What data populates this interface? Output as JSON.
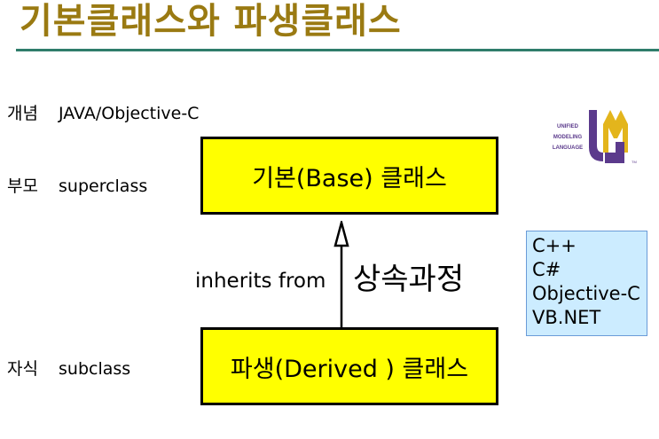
{
  "title": "기본클래스와 파생클래스",
  "colors": {
    "title": "#9a7a12",
    "rule": "#2f7d6b",
    "box_fill": "#ffff00",
    "lang_box_fill": "#ccecff",
    "uml_purple": "#5b3a8c",
    "uml_gold": "#e3b51c"
  },
  "rows": {
    "concept": {
      "label": "개념",
      "value": "JAVA/Objective-C"
    },
    "parent": {
      "label": "부모",
      "value": "superclass"
    },
    "child": {
      "label": "자식",
      "value": "subclass"
    }
  },
  "base_class": {
    "label": "기본(Base) 클래스"
  },
  "derived_class": {
    "label": "파생(Derived ) 클래스"
  },
  "relation": {
    "english": "inherits from",
    "korean": "상속과정"
  },
  "languages": [
    "C++",
    "C#",
    "Objective-C",
    "VB.NET"
  ],
  "uml_logo": {
    "icon": "uml-logo-icon",
    "lines": [
      "UNIFIED",
      "MODELING",
      "LANGUAGE"
    ],
    "letters": "UML",
    "tm": "TM"
  }
}
